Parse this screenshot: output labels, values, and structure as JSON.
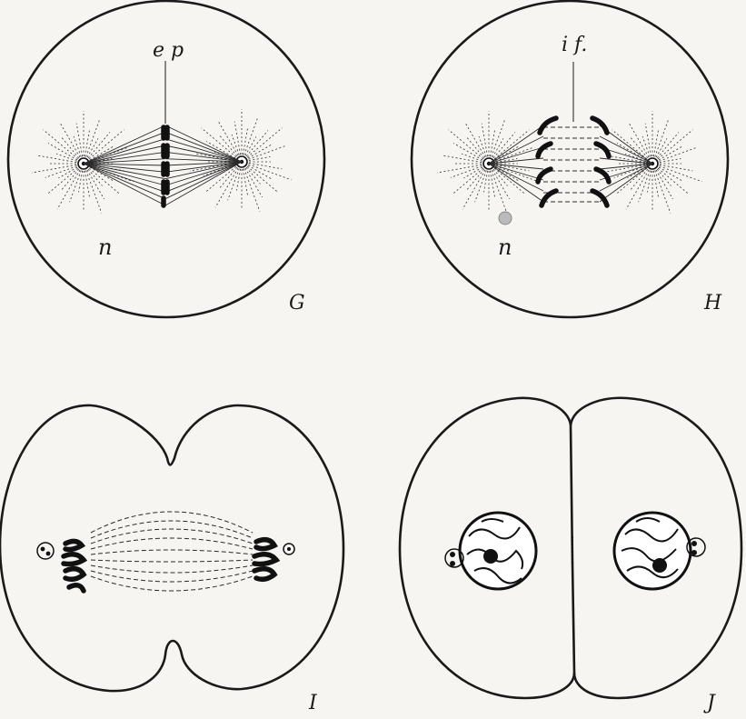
{
  "figure": {
    "panels": [
      {
        "id": "G",
        "label": "G",
        "labels": {
          "equatorial_plate": "e p",
          "nucleus": "n"
        }
      },
      {
        "id": "H",
        "label": "H",
        "labels": {
          "interzonal_fibres": "i f.",
          "nucleus": "n"
        }
      },
      {
        "id": "I",
        "label": "I"
      },
      {
        "id": "J",
        "label": "J"
      }
    ]
  }
}
